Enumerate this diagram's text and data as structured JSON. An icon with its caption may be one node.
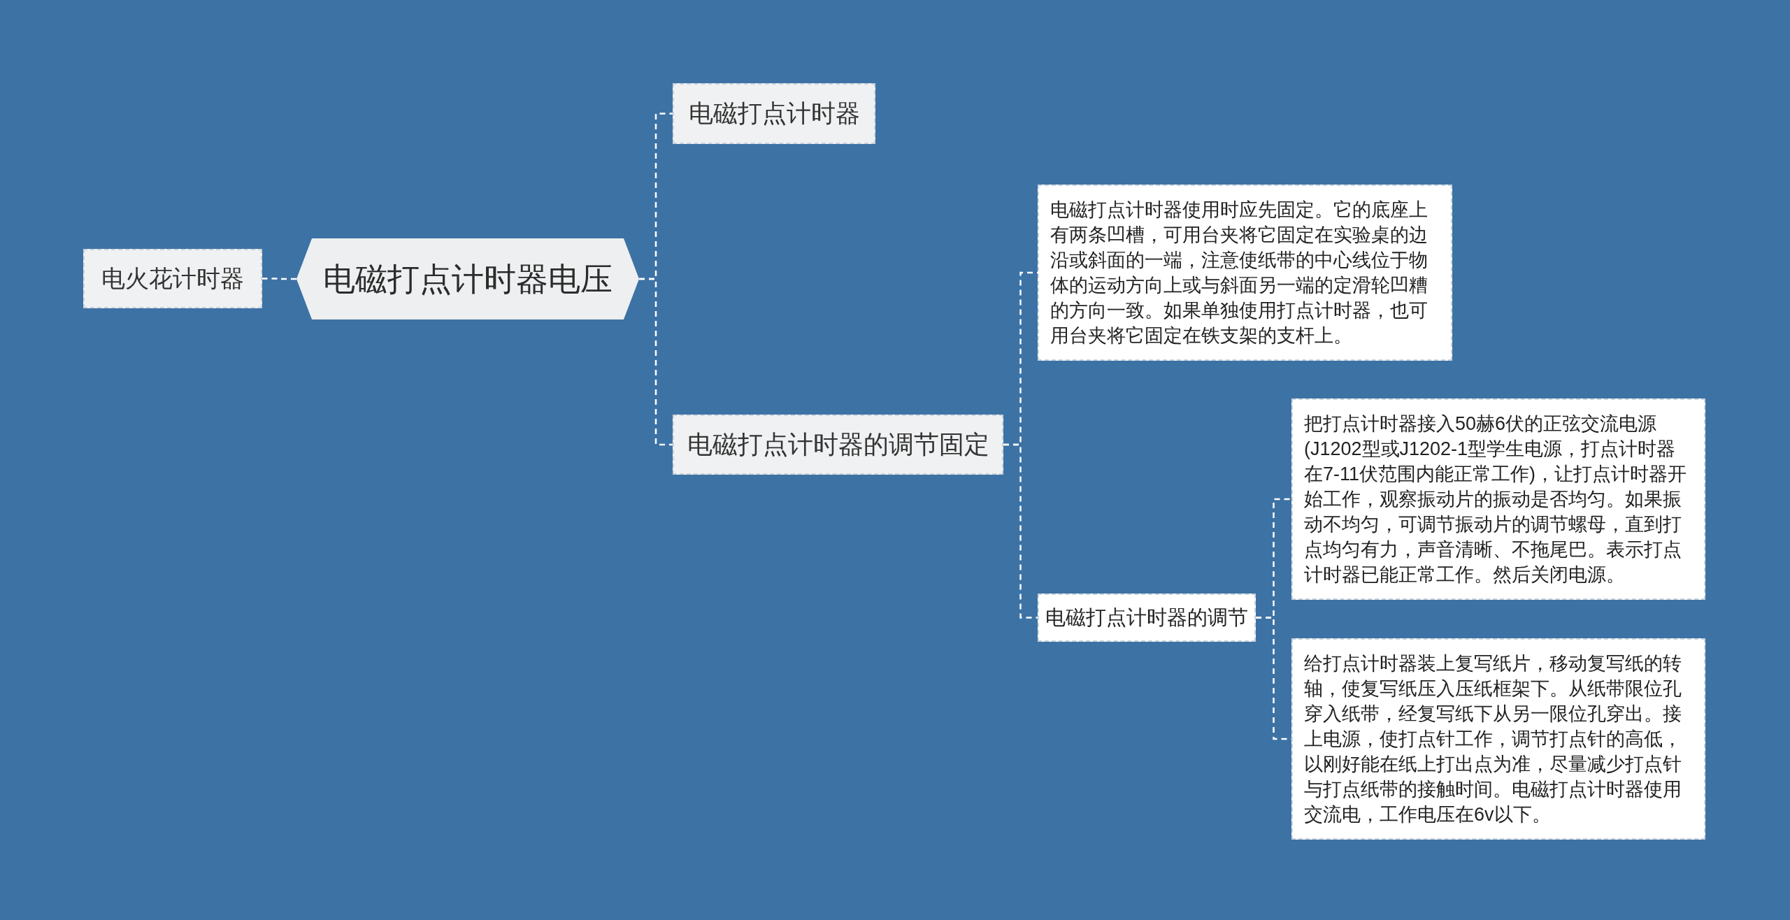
{
  "diagram": {
    "nodes": [
      {
        "text": [
          "电火花计时器"
        ]
      },
      {
        "text": [
          "电磁打点计时器电压"
        ]
      },
      {
        "text": [
          "电磁打点计时器"
        ]
      },
      {
        "text": [
          "电磁打点计时器的调节固定"
        ]
      },
      {
        "text": [
          "电磁打点计时器使用时应先固定。它的底座上有两条凹槽，可用台夹将它固定在实验桌的边沿或斜面的一端，注意使纸带的中心线位于物体的运动方向上或与斜面另一端的定滑轮凹糟的方向一致。如果单独使用打点计时器，也可用台夹将它固定在铁支架的支杆上。"
        ]
      },
      {
        "text": [
          "电磁打点计时器的调节"
        ]
      },
      {
        "text": [
          "把打点计时器接入50赫6伏的正弦交流电源(J1202型或J1202-1型学生电源，打点计时器在7-11伏范围内能正常工作)，让打点计时器开始工作，观察振动片的振动是否均匀。如果振动不均匀，可调节振动片的调节螺母，直到打点均匀有力，声音清晰、不拖尾巴。表示打点计时器已能正常工作。然后关闭电源。"
        ]
      },
      {
        "text": [
          "给打点计时器装上复写纸片，移动复写纸的转轴，使复写纸压入压纸框架下。从纸带限位孔穿入纸带，经复写纸下从另一限位孔穿出。接上电源，使打点针工作，调节打点针的高低，以刚好能在纸上打出点为准，尽量减少打点针与打点纸带的接触时间。电磁打点计时器使用交流电，工作电压在6v以下。"
        ]
      }
    ],
    "edges": [
      {
        "from": 1,
        "to": 0,
        "arrow": "none",
        "style": "dashed"
      },
      {
        "from": 1,
        "to": 2,
        "arrow": "none",
        "style": "dashed"
      },
      {
        "from": 1,
        "to": 3,
        "arrow": "none",
        "style": "dashed"
      },
      {
        "from": 3,
        "to": 4,
        "arrow": "none",
        "style": "dashed"
      },
      {
        "from": 3,
        "to": 5,
        "arrow": "none",
        "style": "dashed"
      },
      {
        "from": 5,
        "to": 6,
        "arrow": "none",
        "style": "dashed"
      },
      {
        "from": 5,
        "to": 7,
        "arrow": "none",
        "style": "dashed"
      }
    ]
  }
}
